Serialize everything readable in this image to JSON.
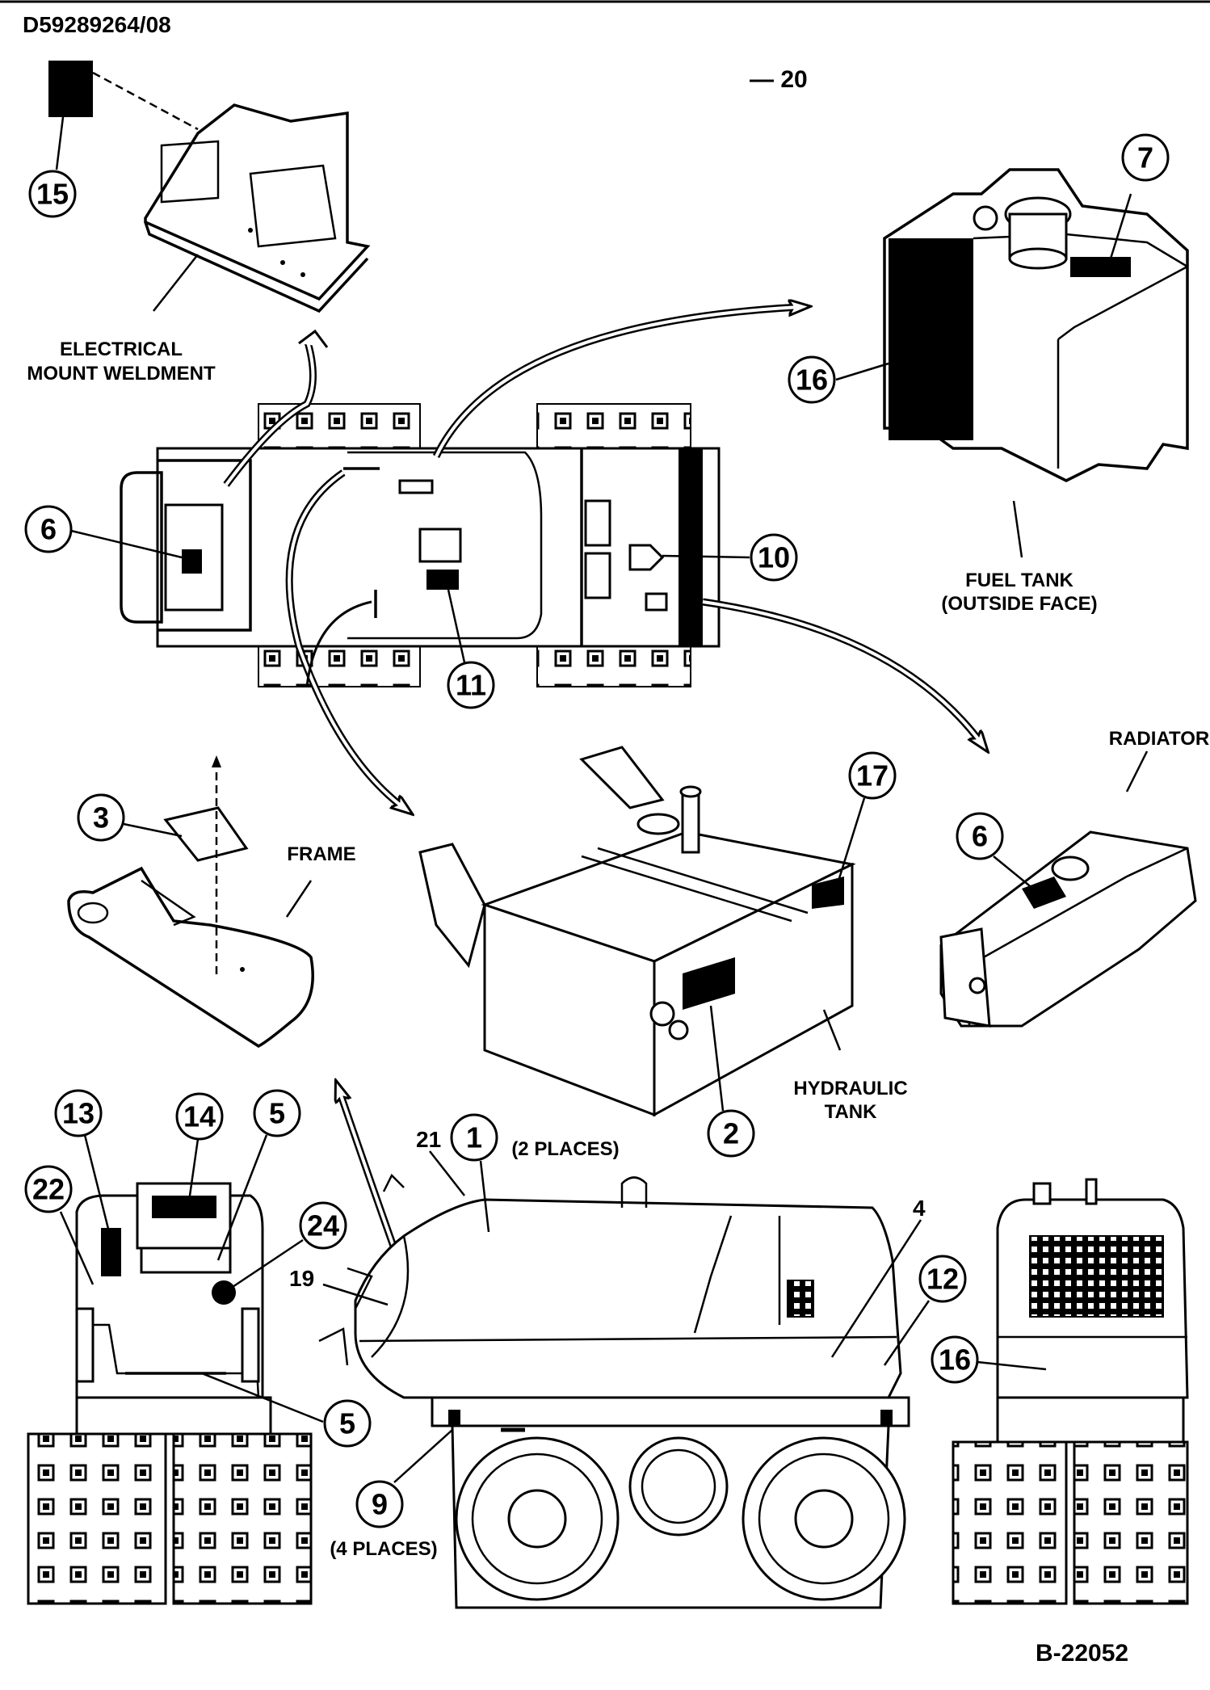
{
  "header": {
    "doc_number": "D59289264/08",
    "ref_item": "— 20"
  },
  "footer": {
    "figure_id": "B-22052"
  },
  "labels": {
    "electrical_mount_line1": "ELECTRICAL",
    "electrical_mount_line2": "MOUNT WELDMENT",
    "fuel_tank_line1": "FUEL TANK",
    "fuel_tank_line2": "(OUTSIDE FACE)",
    "radiator": "RADIATOR",
    "frame": "FRAME",
    "hydraulic_line1": "HYDRAULIC",
    "hydraulic_line2": "TANK",
    "two_places": "(2 PLACES)",
    "four_places": "(4 PLACES)"
  },
  "callouts": {
    "c15": "15",
    "c7": "7",
    "c16a": "16",
    "c6a": "6",
    "c10": "10",
    "c11": "11",
    "c17": "17",
    "c3": "3",
    "c6b": "6",
    "c13": "13",
    "c14": "14",
    "c5a": "5",
    "c22": "22",
    "c24": "24",
    "c1": "1",
    "c2": "2",
    "c5b": "5",
    "c9": "9",
    "c12": "12",
    "c16b": "16"
  },
  "plain_numbers": {
    "n21": "21",
    "n4": "4",
    "n19": "19"
  }
}
